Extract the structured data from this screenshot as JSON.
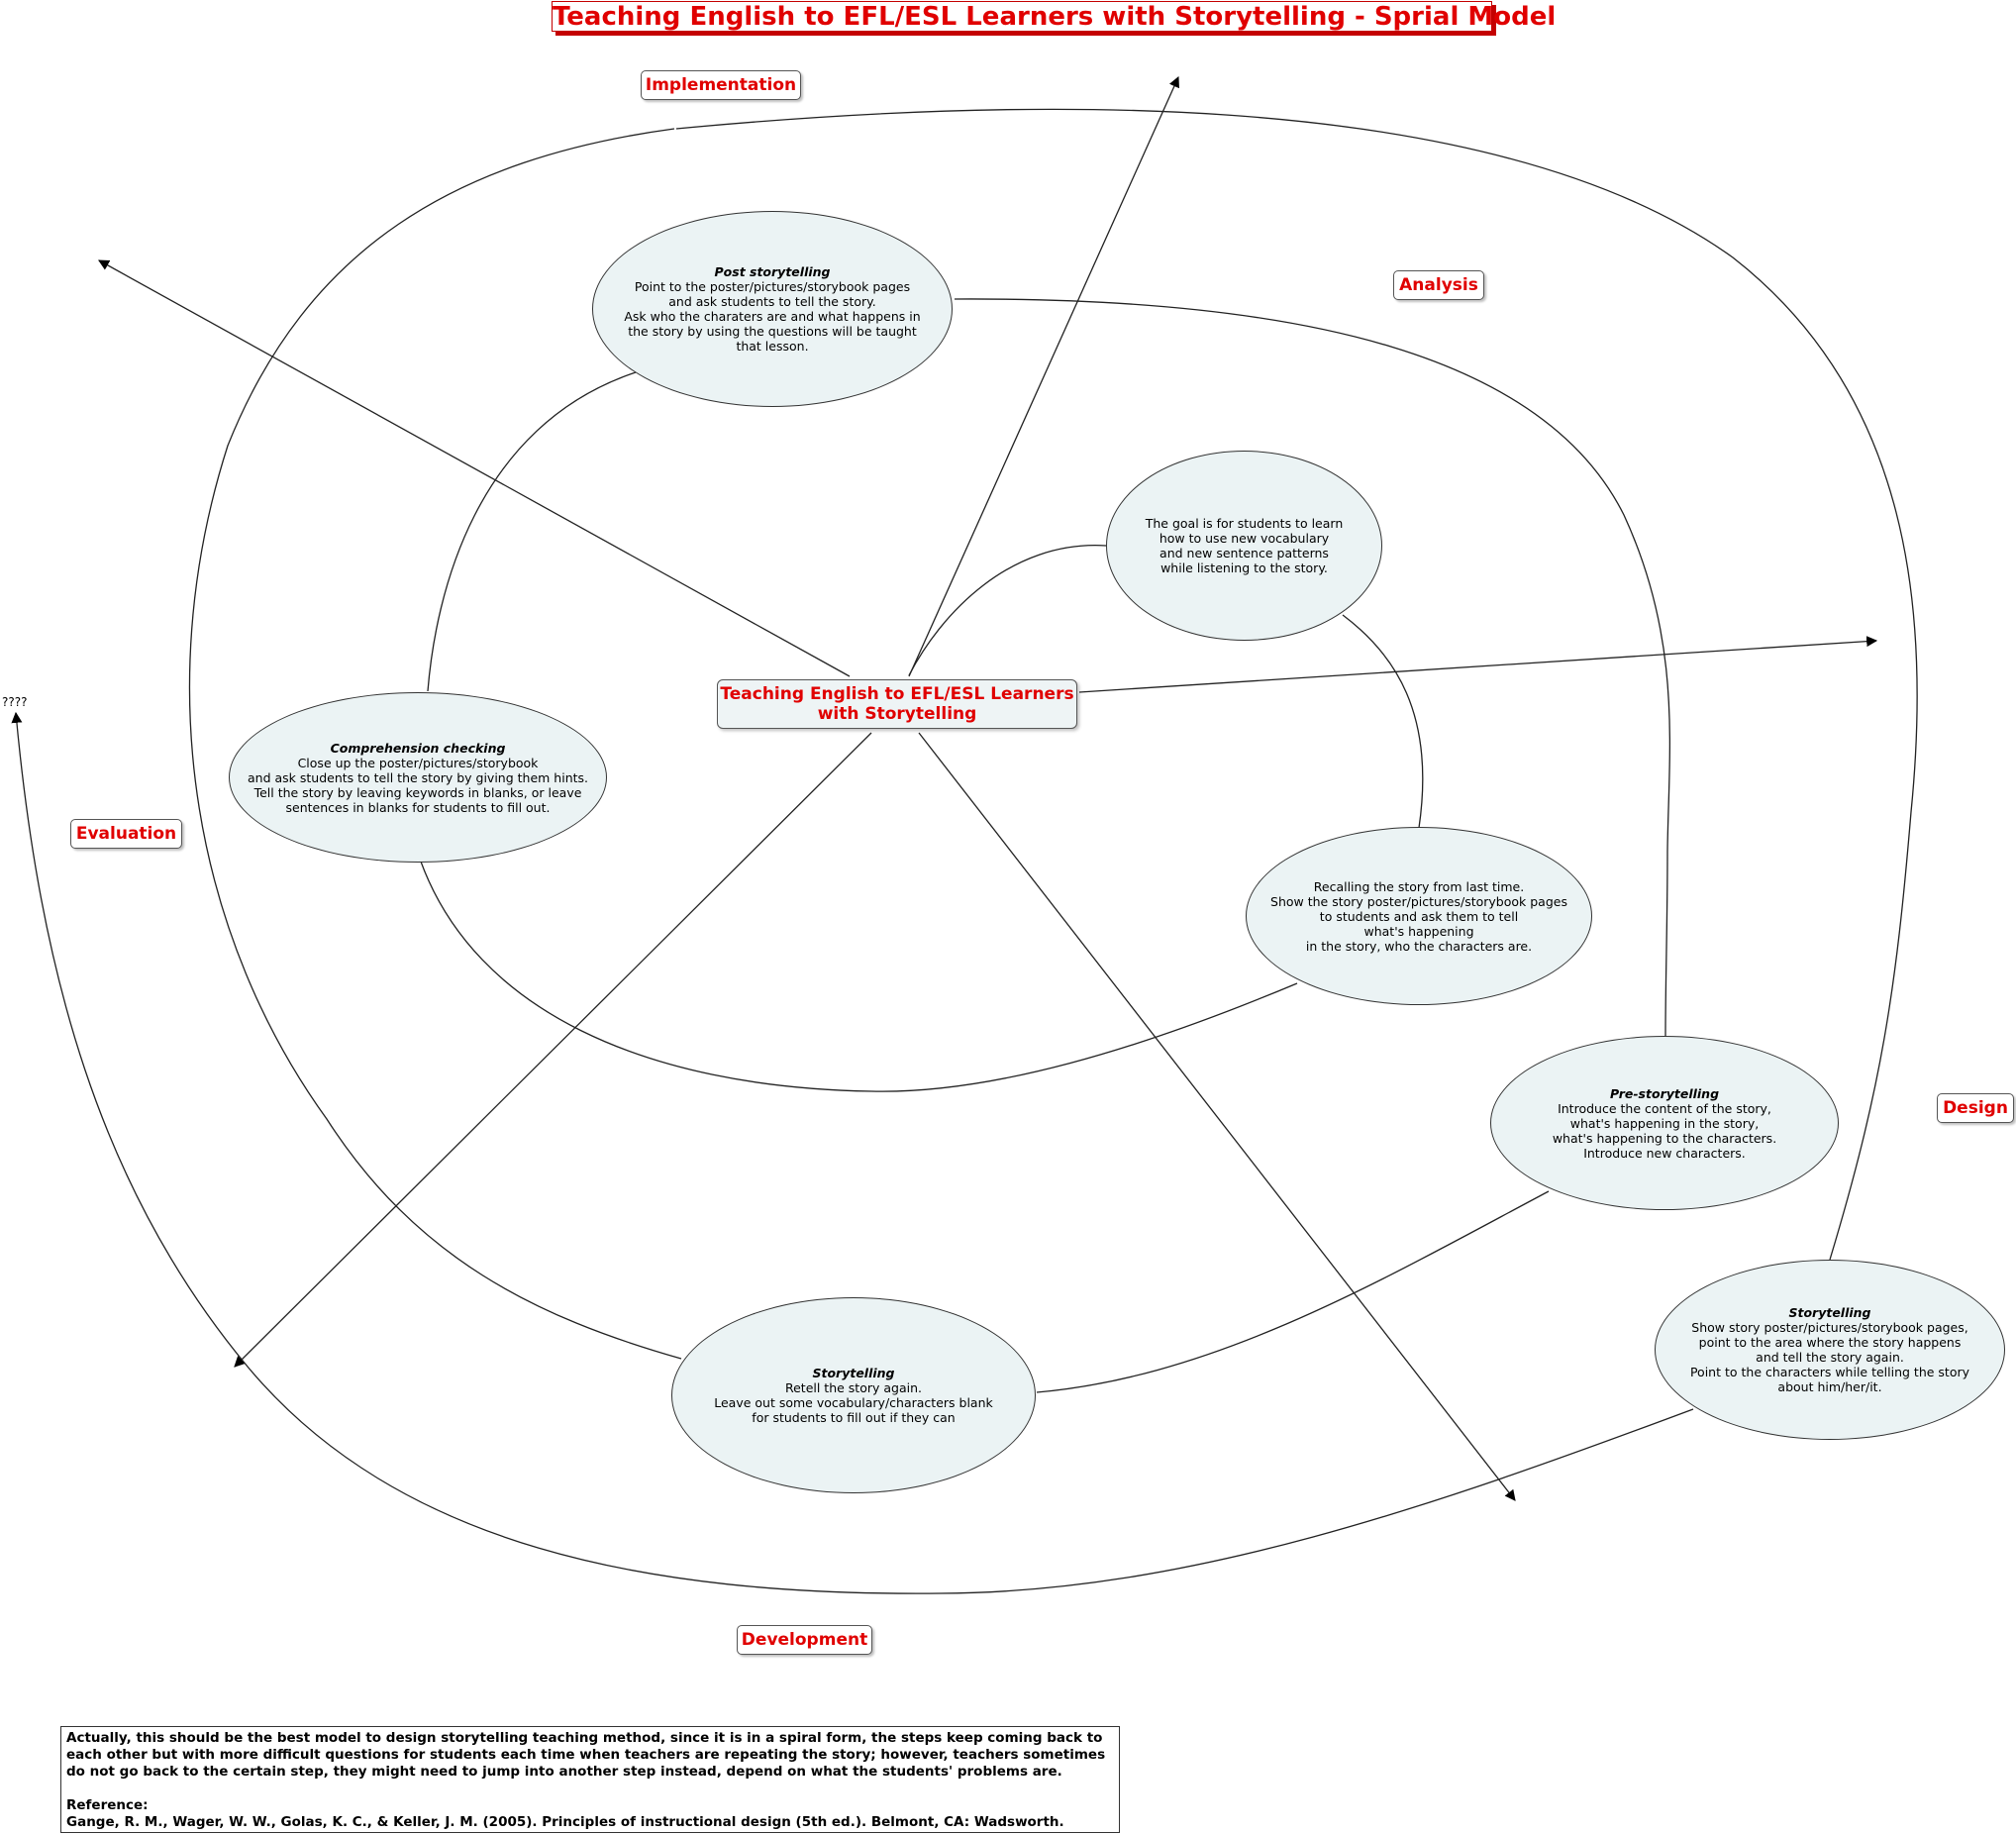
{
  "title": "Teaching English to EFL/ESL Learners with Storytelling - Sprial Model",
  "center": {
    "line1": "Teaching English to EFL/ESL Learners",
    "line2": "with Storytelling"
  },
  "phases": {
    "implementation": "Implementation",
    "analysis": "Analysis",
    "design": "Design",
    "development": "Development",
    "evaluation": "Evaluation"
  },
  "question_marks": "????",
  "bubbles": {
    "post_storytelling": {
      "title": "Post storytelling",
      "lines": [
        "Point to the poster/pictures/storybook pages",
        "and ask students to tell the story.",
        "Ask who the charaters are and what happens in",
        "the story by using the questions will be taught",
        "that lesson."
      ]
    },
    "goal": {
      "lines": [
        "The goal is for students to learn",
        "how to use new vocabulary",
        "and new sentence patterns",
        "while listening to the story."
      ]
    },
    "comprehension_checking": {
      "title": "Comprehension checking",
      "lines": [
        "Close up the poster/pictures/storybook",
        "and ask students to tell the story by giving them hints.",
        "Tell the story by leaving keywords in blanks, or leave",
        "sentences in blanks for students to fill out."
      ]
    },
    "recalling": {
      "lines": [
        "Recalling the story from last time.",
        "Show the story poster/pictures/storybook pages",
        "to students and ask them to tell",
        "what's happening",
        "in the story, who the characters are."
      ]
    },
    "pre_storytelling": {
      "title": "Pre-storytelling",
      "lines": [
        "Introduce the content of the story,",
        "what's happening in the story,",
        "what's happening to the characters.",
        "Introduce new characters."
      ]
    },
    "storytelling_retell": {
      "title": "Storytelling",
      "lines": [
        "Retell the story again.",
        "Leave out some vocabulary/characters blank",
        "for students to fill out if they can"
      ]
    },
    "storytelling_show": {
      "title": "Storytelling",
      "lines": [
        "Show story poster/pictures/storybook pages,",
        "point to the area where the story happens",
        "and tell the story again.",
        "Point to the characters while telling the story",
        "about him/her/it."
      ]
    }
  },
  "note": {
    "text": "Actually, this should be the best model to design storytelling teaching method, since it is in a spiral form, the steps keep coming back to each other but with more difficult questions for students each time when teachers are repeating the story; however, teachers sometimes do not go back to the certain step, they might need to jump into another step instead, depend on what the students' problems are.",
    "reference_label": "Reference:",
    "reference": "Gange, R. M., Wager, W. W., Golas, K. C., & Keller, J. M. (2005). Principles of instructional design (5th ed.). Belmont, CA: Wadsworth."
  }
}
